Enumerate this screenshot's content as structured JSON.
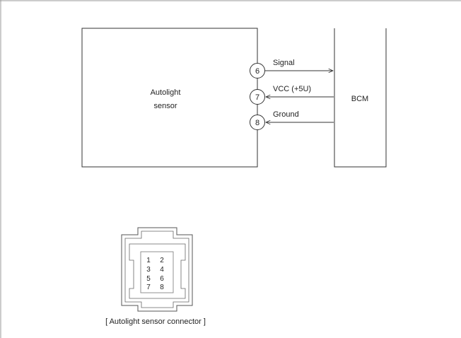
{
  "sensor": {
    "name_line1": "Autolight",
    "name_line2": "sensor"
  },
  "bcm": {
    "name": "BCM"
  },
  "wires": [
    {
      "pin": "6",
      "label": "Signal",
      "direction": "to-bcm"
    },
    {
      "pin": "7",
      "label": "VCC (+5U)",
      "direction": "to-sensor"
    },
    {
      "pin": "8",
      "label": "Ground",
      "direction": "to-sensor"
    }
  ],
  "connector": {
    "pins": [
      [
        "1",
        "2"
      ],
      [
        "3",
        "4"
      ],
      [
        "5",
        "6"
      ],
      [
        "7",
        "8"
      ]
    ],
    "caption": "[ Autolight sensor connector ]"
  }
}
